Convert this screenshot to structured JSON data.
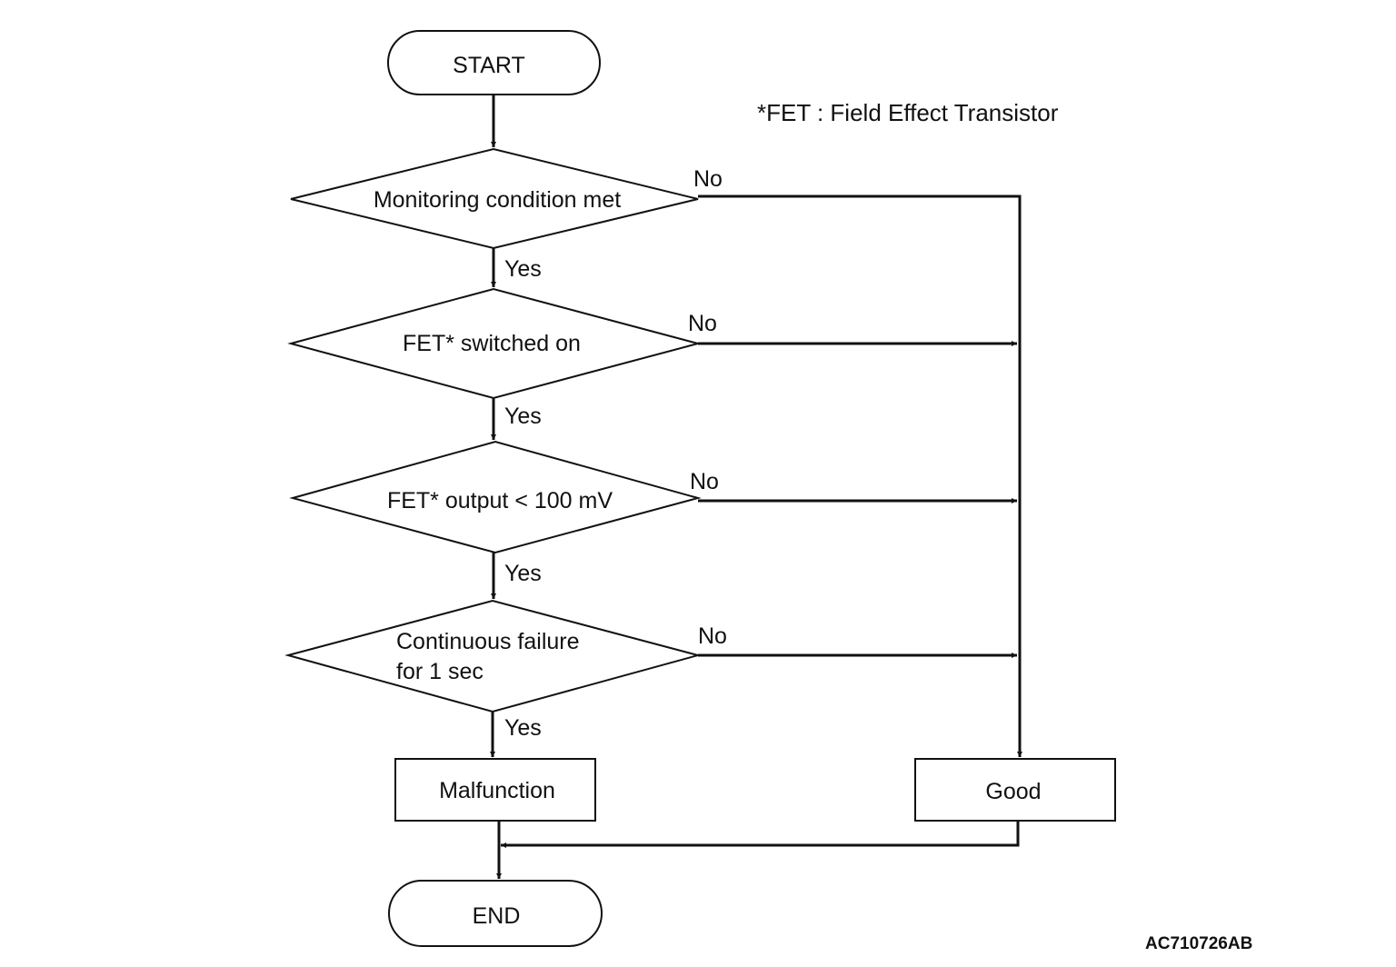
{
  "note": "*FET : Field Effect Transistor",
  "figure_code": "AC710726AB",
  "nodes": {
    "start": "START",
    "decision_1": "Monitoring condition met",
    "decision_2": "FET* switched on",
    "decision_3": "FET* output < 100 mV",
    "decision_4_line1": "Continuous failure",
    "decision_4_line2": "for 1 sec",
    "malfunction": "Malfunction",
    "good": "Good",
    "end": "END"
  },
  "branch_labels": {
    "yes": "Yes",
    "no": "No"
  }
}
